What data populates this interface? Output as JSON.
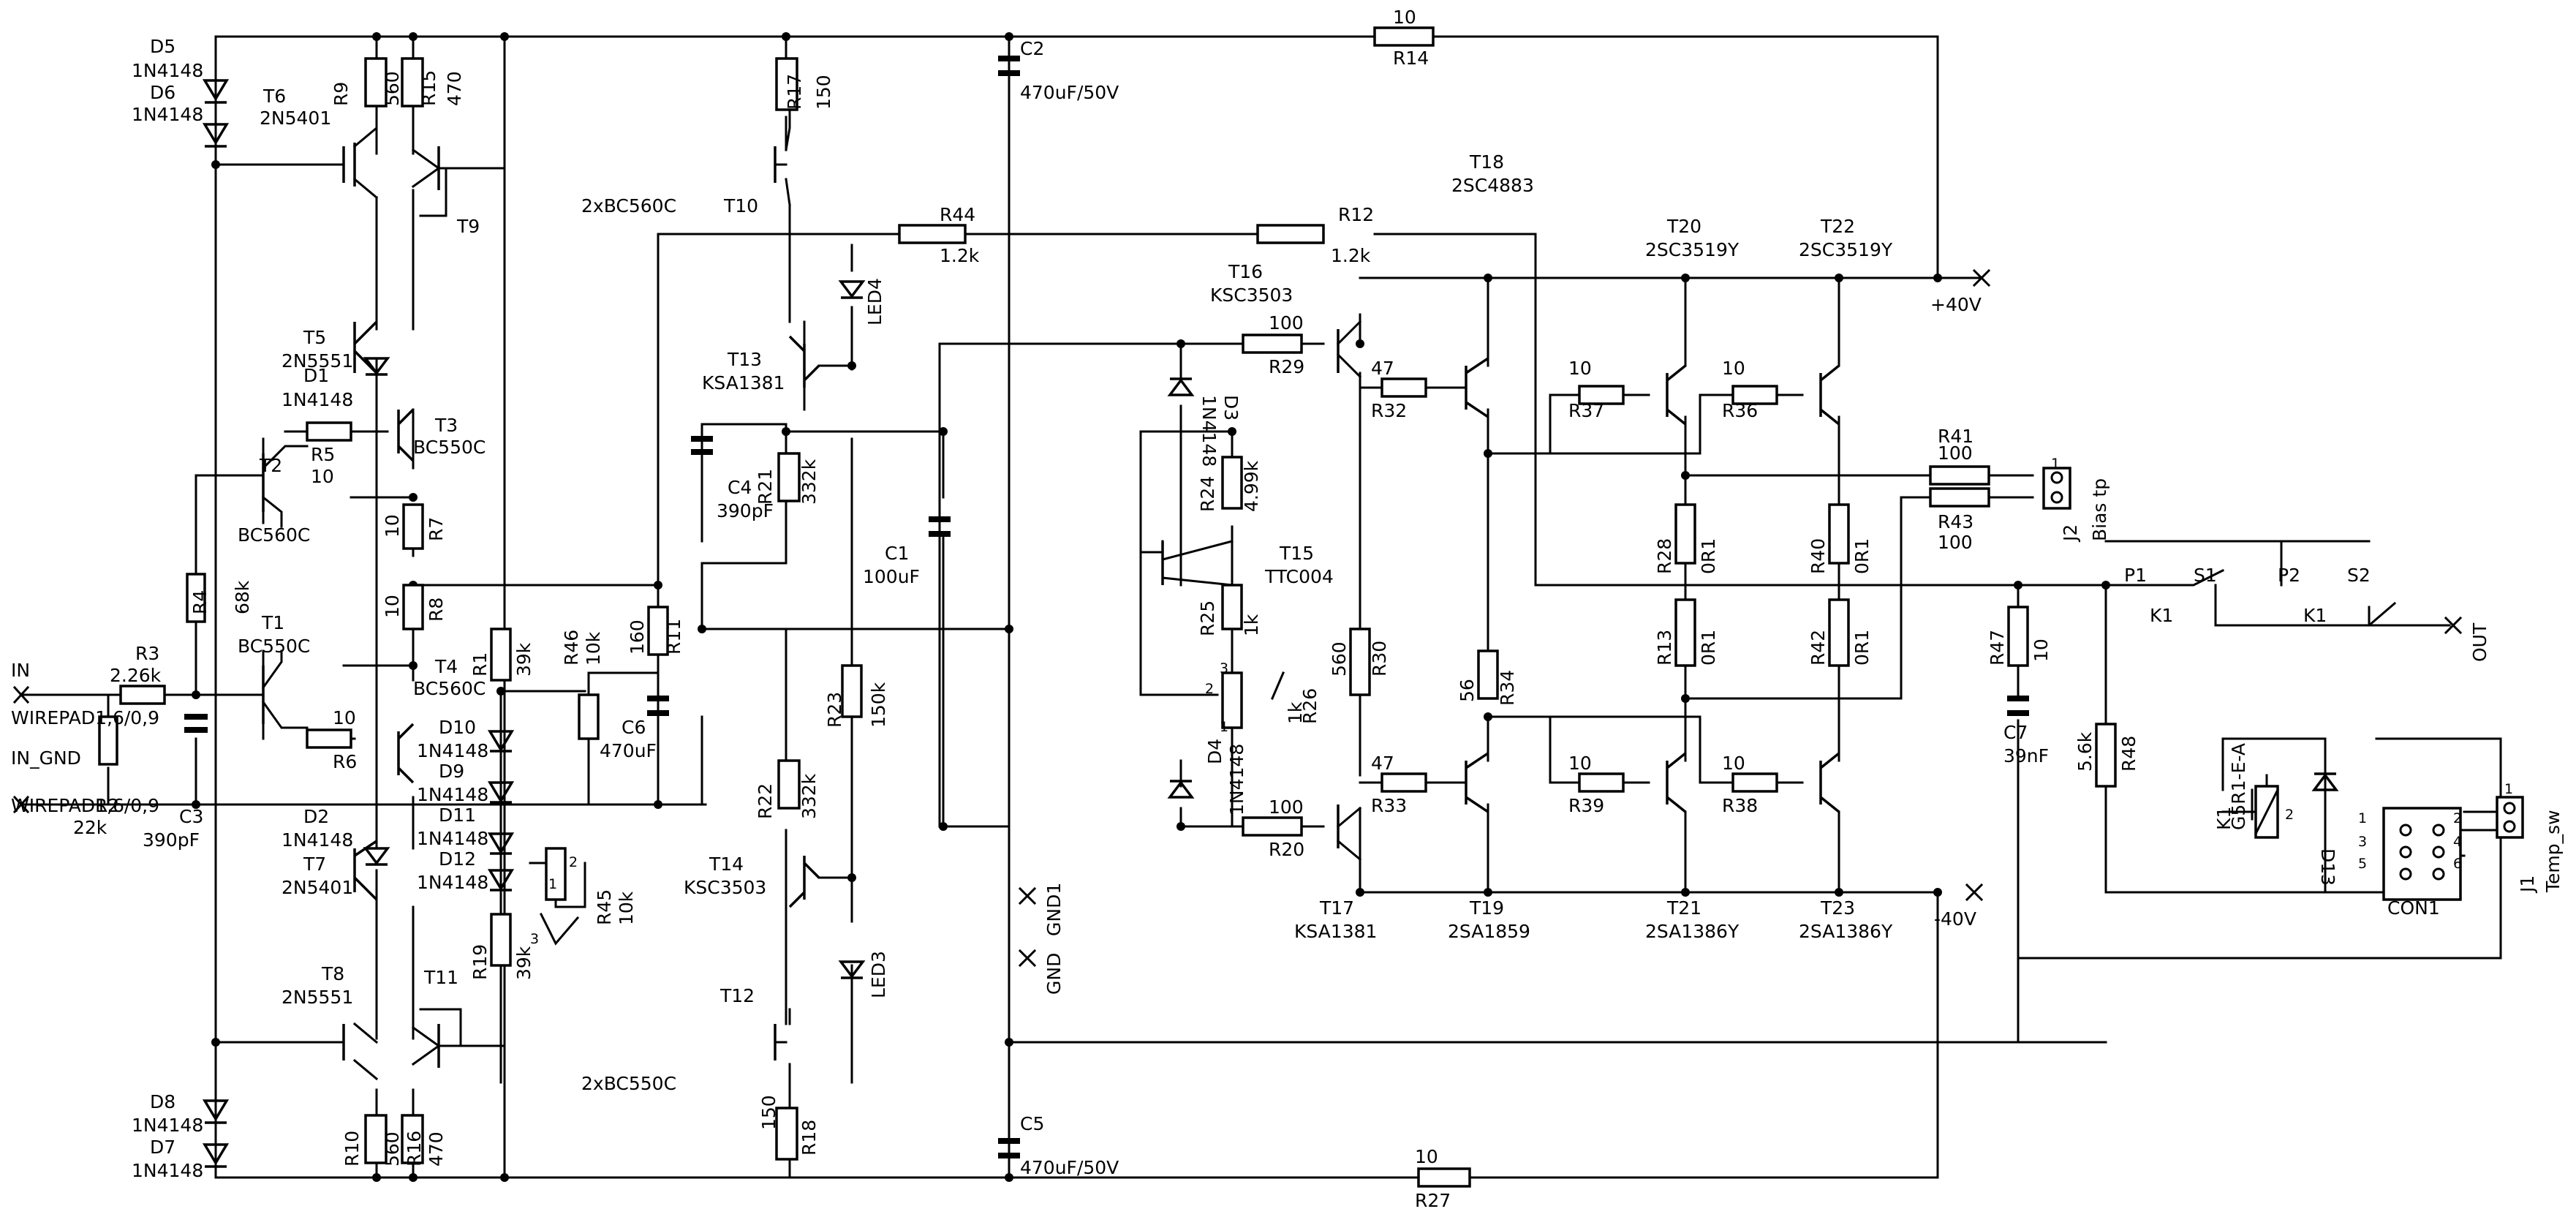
{
  "labels": {
    "D5": "D5",
    "D5v": "1N4148",
    "D6": "D6",
    "D6v": "1N4148",
    "T6": "T6",
    "T6v": "2N5401",
    "R9": "R9",
    "R9v": "560",
    "R15": "R15",
    "R15v": "470",
    "T9": "T9",
    "R17": "R17",
    "R17v": "150",
    "T10": "T10",
    "pair1": "2xBC560C",
    "C2": "C2",
    "C2v": "470uF/50V",
    "R14": "R14",
    "R14v": "10",
    "R44": "R44",
    "R44v": "1.2k",
    "R12": "R12",
    "R12v": "1.2k",
    "T18": "T18",
    "T18v": "2SC4883",
    "T16": "T16",
    "T16v": "KSC3503",
    "T20": "T20",
    "T20v": "2SC3519Y",
    "T22": "T22",
    "T22v": "2SC3519Y",
    "plus40": "+40V",
    "LED4": "LED4",
    "T13": "T13",
    "T13v": "KSA1381",
    "R21": "R21",
    "R21v": "332k",
    "C4": "C4",
    "C4v": "390pF",
    "T5": "T5",
    "T5v": "2N5551",
    "D1": "D1",
    "D1v": "1N4148",
    "T3": "T3",
    "T3v": "BC550C",
    "R5": "R5",
    "R5v": "10",
    "T2": "T2",
    "T2v": "BC560C",
    "R7": "R7",
    "R7v": "10",
    "R4": "R4",
    "R4v": "68k",
    "T1": "T1",
    "T1v": "BC550C",
    "R8": "R8",
    "R8v": "10",
    "T4": "T4",
    "T4v": "BC560C",
    "IN": "IN",
    "wp1": "WIREPAD1,6/0,9",
    "R3": "R3",
    "R3v": "2.26k",
    "IN_GND": "IN_GND",
    "wp2": "WIREPAD1,6/0,9",
    "R2": "R2",
    "R2v": "22k",
    "C3": "C3",
    "C3v": "390pF",
    "R6": "R6",
    "R6v": "10",
    "R1": "R1",
    "R1v": "39k",
    "R46": "R46",
    "R46v": "10k",
    "R11": "R11",
    "R11v": "160",
    "C6": "C6",
    "C6v": "470uF",
    "D10": "D10",
    "D10v": "1N4148",
    "D9": "D9",
    "D9v": "1N4148",
    "D11": "D11",
    "D11v": "1N4148",
    "D12": "D12",
    "D12v": "1N4148",
    "D2": "D2",
    "D2v": "1N4148",
    "T7": "T7",
    "T7v": "2N5401",
    "R45": "R45",
    "R45v": "10k",
    "R19": "R19",
    "R19v": "39k",
    "T8": "T8",
    "T8v": "2N5551",
    "T11": "T11",
    "D8": "D8",
    "D8v": "1N4148",
    "D7": "D7",
    "D7v": "1N4148",
    "R10": "R10",
    "R10v": "560",
    "R16": "R16",
    "R16v": "470",
    "pair2": "2xBC550C",
    "C1": "C1",
    "C1v": "100uF",
    "R23": "R23",
    "R23v": "150k",
    "R22": "R22",
    "R22v": "332k",
    "T14": "T14",
    "T14v": "KSC3503",
    "LED3": "LED3",
    "T12": "T12",
    "R18": "R18",
    "R18v": "150",
    "GND": "GND",
    "GND1": "GND1",
    "C5": "C5",
    "C5v": "470uF/50V",
    "R27": "R27",
    "R27v": "10",
    "R29": "R29",
    "R29v": "100",
    "D3": "D3",
    "D3v": "1N4148",
    "R24": "R24",
    "R24v": "4.99k",
    "T15": "T15",
    "T15v": "TTC004",
    "R25": "R25",
    "R25v": "1k",
    "R26": "R26",
    "R26v": "1k",
    "D4": "D4",
    "D4v": "1N4148",
    "R20": "R20",
    "R20v": "100",
    "T17": "T17",
    "T17v": "KSA1381",
    "R32": "R32",
    "R32v": "47",
    "R37": "R37",
    "R37v": "10",
    "R36": "R36",
    "R36v": "10",
    "R41": "R41",
    "R41v": "100",
    "R43": "R43",
    "R43v": "100",
    "J2": "J2",
    "J2v": "Bias tp",
    "R28": "R28",
    "R28v": "0R1",
    "R40": "R40",
    "R40v": "0R1",
    "R30": "R30",
    "R30v": "560",
    "R13": "R13",
    "R13v": "0R1",
    "R42": "R42",
    "R42v": "0R1",
    "R34": "R34",
    "R34v": "56",
    "R33": "R33",
    "R33v": "47",
    "R39": "R39",
    "R39v": "10",
    "R38": "R38",
    "R38v": "10",
    "T19": "T19",
    "T19v": "2SA1859",
    "T21": "T21",
    "T21v": "2SA1386Y",
    "T23": "T23",
    "T23v": "2SA1386Y",
    "minus40": "-40V",
    "P1": "P1",
    "S1": "S1",
    "P2": "P2",
    "S2": "S2",
    "K1a": "K1",
    "K1b": "K1",
    "OUT": "OUT",
    "R47": "R47",
    "R47v": "10",
    "C7": "C7",
    "C7v": "39nF",
    "R48": "R48",
    "R48v": "5.6k",
    "K1": "K1",
    "K1v": "G5R1-E-A",
    "D13": "D13",
    "CON1": "CON1",
    "J1": "J1",
    "J1v": "Temp_sw",
    "pin1": "1",
    "pin2": "2",
    "pin3": "3",
    "p1": "1",
    "p2": "2",
    "p3": "3",
    "p4": "4",
    "p5": "5",
    "p6": "6",
    "j1p": "1",
    "j2p": "1"
  }
}
